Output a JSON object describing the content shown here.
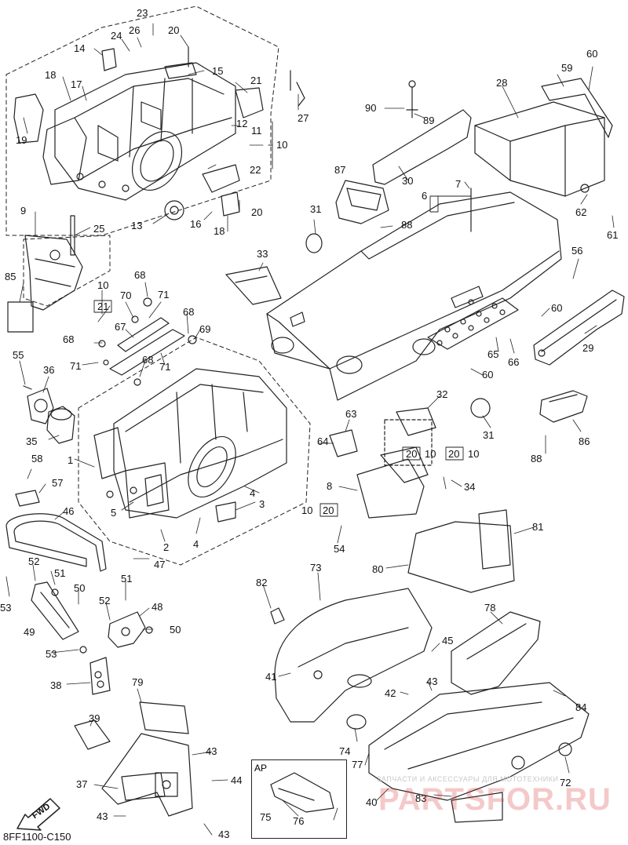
{
  "diagram": {
    "code": "8FF1100-C150",
    "fwd_label": "FWD",
    "ap_label": "AP",
    "watermark_small": "ЗАПЧАСТИ И АКСЕССУАРЫ ДЛЯ МОТОТЕХНИКИ",
    "watermark_big": "PARTSFOR.RU",
    "colors": {
      "line": "#222222",
      "background": "#ffffff",
      "watermark": "#d23a3a"
    }
  },
  "callouts": [
    {
      "id": "c23",
      "text": "23"
    },
    {
      "id": "c26",
      "text": "26"
    },
    {
      "id": "c24",
      "text": "24"
    },
    {
      "id": "c20a",
      "text": "20"
    },
    {
      "id": "c14",
      "text": "14"
    },
    {
      "id": "c15",
      "text": "15"
    },
    {
      "id": "c18a",
      "text": "18"
    },
    {
      "id": "c17",
      "text": "17"
    },
    {
      "id": "c21a",
      "text": "21"
    },
    {
      "id": "c27",
      "text": "27"
    },
    {
      "id": "c12",
      "text": "12"
    },
    {
      "id": "c11",
      "text": "11"
    },
    {
      "id": "c10a",
      "text": "10"
    },
    {
      "id": "c19",
      "text": "19"
    },
    {
      "id": "c22",
      "text": "22"
    },
    {
      "id": "c13",
      "text": "13"
    },
    {
      "id": "c16",
      "text": "16"
    },
    {
      "id": "c18b",
      "text": "18"
    },
    {
      "id": "c20b",
      "text": "20"
    },
    {
      "id": "c9",
      "text": "9"
    },
    {
      "id": "c25",
      "text": "25"
    },
    {
      "id": "c85",
      "text": "85"
    },
    {
      "id": "c10b",
      "text": "10"
    },
    {
      "id": "c21b",
      "text": "21"
    },
    {
      "id": "c68a",
      "text": "68"
    },
    {
      "id": "c70",
      "text": "70"
    },
    {
      "id": "c71a",
      "text": "71"
    },
    {
      "id": "c68b",
      "text": "68"
    },
    {
      "id": "c67",
      "text": "67"
    },
    {
      "id": "c69",
      "text": "69"
    },
    {
      "id": "c68c",
      "text": "68"
    },
    {
      "id": "c68d",
      "text": "68"
    },
    {
      "id": "c71b",
      "text": "71"
    },
    {
      "id": "c71c",
      "text": "71"
    },
    {
      "id": "c55",
      "text": "55"
    },
    {
      "id": "c36",
      "text": "36"
    },
    {
      "id": "c35",
      "text": "35"
    },
    {
      "id": "c90",
      "text": "90"
    },
    {
      "id": "c89",
      "text": "89"
    },
    {
      "id": "c28",
      "text": "28"
    },
    {
      "id": "c59",
      "text": "59"
    },
    {
      "id": "c60a",
      "text": "60"
    },
    {
      "id": "c30",
      "text": "30"
    },
    {
      "id": "c87",
      "text": "87"
    },
    {
      "id": "c7",
      "text": "7"
    },
    {
      "id": "c6",
      "text": "6"
    },
    {
      "id": "c31a",
      "text": "31"
    },
    {
      "id": "c88a",
      "text": "88"
    },
    {
      "id": "c62",
      "text": "62"
    },
    {
      "id": "c61",
      "text": "61"
    },
    {
      "id": "c33",
      "text": "33"
    },
    {
      "id": "c56",
      "text": "56"
    },
    {
      "id": "c60b",
      "text": "60"
    },
    {
      "id": "c29",
      "text": "29"
    },
    {
      "id": "c65",
      "text": "65"
    },
    {
      "id": "c66",
      "text": "66"
    },
    {
      "id": "c60c",
      "text": "60"
    },
    {
      "id": "c32",
      "text": "32"
    },
    {
      "id": "c63",
      "text": "63"
    },
    {
      "id": "c31b",
      "text": "31"
    },
    {
      "id": "c86",
      "text": "86"
    },
    {
      "id": "c88b",
      "text": "88"
    },
    {
      "id": "c64",
      "text": "64"
    },
    {
      "id": "c20c",
      "text": "20"
    },
    {
      "id": "c10c",
      "text": "10"
    },
    {
      "id": "c20d",
      "text": "20"
    },
    {
      "id": "c10d",
      "text": "10"
    },
    {
      "id": "c8",
      "text": "8"
    },
    {
      "id": "c34",
      "text": "34"
    },
    {
      "id": "c10e",
      "text": "10"
    },
    {
      "id": "c20e",
      "text": "20"
    },
    {
      "id": "c54",
      "text": "54"
    },
    {
      "id": "c1",
      "text": "1"
    },
    {
      "id": "c58",
      "text": "58"
    },
    {
      "id": "c57",
      "text": "57"
    },
    {
      "id": "c46",
      "text": "46"
    },
    {
      "id": "c5",
      "text": "5"
    },
    {
      "id": "c4a",
      "text": "4"
    },
    {
      "id": "c3",
      "text": "3"
    },
    {
      "id": "c2",
      "text": "2"
    },
    {
      "id": "c4b",
      "text": "4"
    },
    {
      "id": "c47",
      "text": "47"
    },
    {
      "id": "c81",
      "text": "81"
    },
    {
      "id": "c80",
      "text": "80"
    },
    {
      "id": "c52a",
      "text": "52"
    },
    {
      "id": "c51a",
      "text": "51"
    },
    {
      "id": "c53a",
      "text": "53"
    },
    {
      "id": "c50a",
      "text": "50"
    },
    {
      "id": "c51b",
      "text": "51"
    },
    {
      "id": "c49",
      "text": "49"
    },
    {
      "id": "c52b",
      "text": "52"
    },
    {
      "id": "c48",
      "text": "48"
    },
    {
      "id": "c50b",
      "text": "50"
    },
    {
      "id": "c53b",
      "text": "53"
    },
    {
      "id": "c82",
      "text": "82"
    },
    {
      "id": "c73",
      "text": "73"
    },
    {
      "id": "c78",
      "text": "78"
    },
    {
      "id": "c45",
      "text": "45"
    },
    {
      "id": "c41",
      "text": "41"
    },
    {
      "id": "c43a",
      "text": "43"
    },
    {
      "id": "c42",
      "text": "42"
    },
    {
      "id": "c84",
      "text": "84"
    },
    {
      "id": "c38",
      "text": "38"
    },
    {
      "id": "c79",
      "text": "79"
    },
    {
      "id": "c39",
      "text": "39"
    },
    {
      "id": "c74",
      "text": "74"
    },
    {
      "id": "c77",
      "text": "77"
    },
    {
      "id": "c72",
      "text": "72"
    },
    {
      "id": "c43b",
      "text": "43"
    },
    {
      "id": "c44",
      "text": "44"
    },
    {
      "id": "c37",
      "text": "37"
    },
    {
      "id": "c40",
      "text": "40"
    },
    {
      "id": "c83",
      "text": "83"
    },
    {
      "id": "c43c",
      "text": "43"
    },
    {
      "id": "c75",
      "text": "75"
    },
    {
      "id": "c76",
      "text": "76"
    },
    {
      "id": "c43d",
      "text": "43"
    }
  ]
}
